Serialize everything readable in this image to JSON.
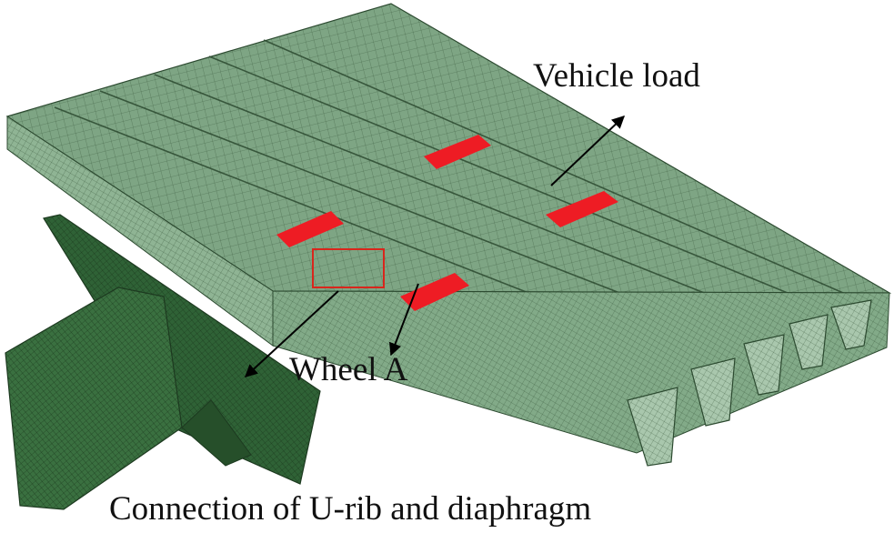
{
  "labels": {
    "vehicle_load": "Vehicle load",
    "wheel_a": "Wheel A",
    "connection": "Connection of U-rib and diaphragm"
  },
  "colors": {
    "mesh_fill": "#6f9a72",
    "mesh_dark": "#3f6a45",
    "mesh_line": "#2c4a30",
    "detail_fill": "#2f6236",
    "detail_line": "#1d3a20",
    "load_patch": "#ee1c24",
    "highlight_box": "#d9261c",
    "arrow": "#000000"
  },
  "icons": {
    "arrow": "arrow-icon"
  }
}
